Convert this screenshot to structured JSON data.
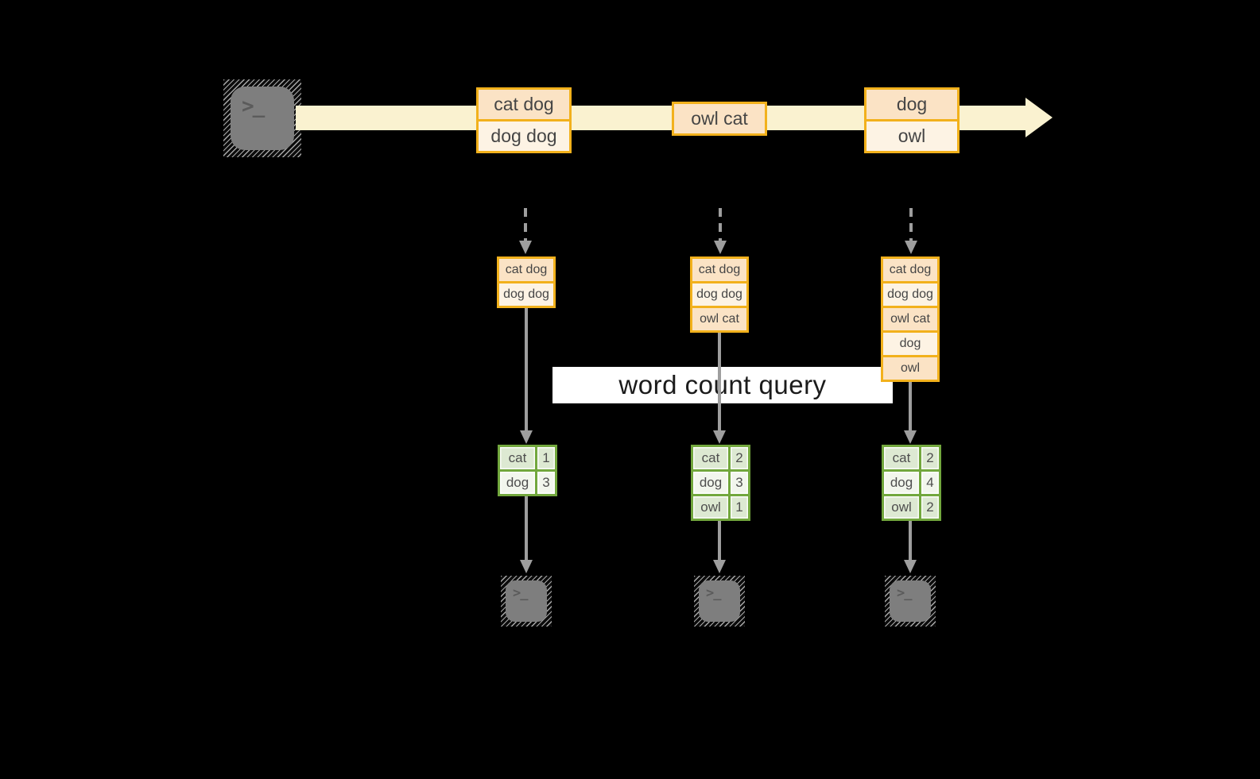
{
  "query": {
    "label": "word count query"
  },
  "icons": {
    "terminal_glyph": ">_"
  },
  "stream": {
    "messages": [
      {
        "lines": [
          "cat dog",
          "dog dog"
        ]
      },
      {
        "lines": [
          "owl cat"
        ]
      },
      {
        "lines": [
          "dog",
          "owl"
        ]
      }
    ]
  },
  "columns": [
    {
      "buffer": [
        "cat dog",
        "dog dog"
      ],
      "counts": [
        {
          "word": "cat",
          "count": "1"
        },
        {
          "word": "dog",
          "count": "3"
        }
      ]
    },
    {
      "buffer": [
        "cat dog",
        "dog dog",
        "owl cat"
      ],
      "counts": [
        {
          "word": "cat",
          "count": "2"
        },
        {
          "word": "dog",
          "count": "3"
        },
        {
          "word": "owl",
          "count": "1"
        }
      ]
    },
    {
      "buffer": [
        "cat dog",
        "dog dog",
        "owl cat",
        "dog",
        "owl"
      ],
      "counts": [
        {
          "word": "cat",
          "count": "2"
        },
        {
          "word": "dog",
          "count": "4"
        },
        {
          "word": "owl",
          "count": "2"
        }
      ]
    }
  ],
  "colors": {
    "background": "#000000",
    "stream_band": "#faf2d0",
    "box_border": "#f2b11c",
    "box_fill_dark": "#fbe3c5",
    "box_fill_light": "#fdf3e4",
    "table_border": "#72a73d",
    "table_fill_dark": "#dde9d2",
    "table_fill_light": "#f2f6ed",
    "arrow_gray": "#9e9e9e",
    "terminal_gray": "#7e7e7e",
    "banner_bg": "#ffffff"
  }
}
